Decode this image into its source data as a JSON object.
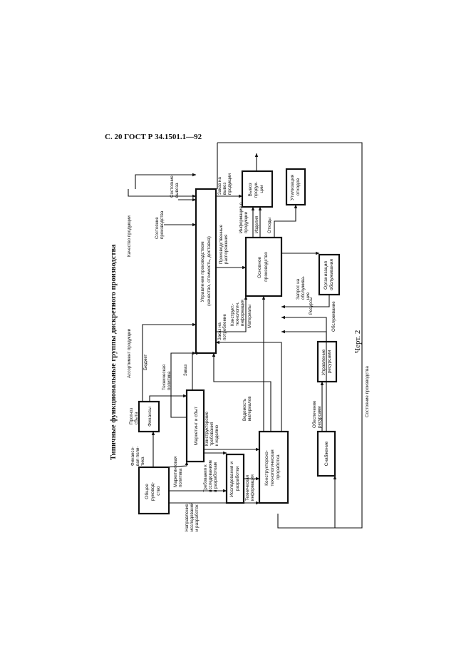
{
  "header": {
    "text": "С. 20 ГОСТ Р 34.1501.1—92"
  },
  "title": "Типичные функциональные группы дискретного производства",
  "caption": "Черт. 2",
  "boxes": {
    "general_mgmt": [
      "Общее",
      "руковод-",
      "ство"
    ],
    "finance": [
      "Финансы"
    ],
    "marketing": [
      "Маркетинг   и   сбыт"
    ],
    "research": [
      "Исследования   и",
      "разработки"
    ],
    "design": [
      "Конструкторско-",
      "технологическая",
      "проработка"
    ],
    "supply": [
      "Снабжение"
    ],
    "resources_mgmt": [
      "Управление",
      "ресурсами"
    ],
    "production_mgmt": [
      "Управление производством",
      "(качество, стоимость, доставка)"
    ],
    "main_production": [
      "Основное",
      "производство"
    ],
    "maintenance": [
      "Организация",
      "обслуживания"
    ],
    "output": [
      "Вывоз",
      "продук-",
      "ции"
    ],
    "waste": [
      "Утилизация",
      "отходов"
    ]
  },
  "labels": {
    "research_directions": [
      "Направление",
      "исследований",
      "и разработок"
    ],
    "marketing_policy": [
      "Маркетинговая",
      "политика"
    ],
    "financial_policy": [
      "Финансо-",
      "вая поли-",
      "тика"
    ],
    "sales_forecast": [
      "Прогноз",
      "сбыта"
    ],
    "research_requirements": [
      "Требования к",
      "исследованиям",
      "и разработкам"
    ],
    "design_requirements": [
      "Конструкторские",
      "требования",
      "к изделию"
    ],
    "technical_info": [
      "Техническая",
      "информация"
    ],
    "material_list": [
      "Ведомость",
      "материалов"
    ],
    "technical_policy": [
      "Техническая",
      "политика"
    ],
    "budget": "Бюджет",
    "order": "Заказ",
    "product_range": "Ассортимент продукции",
    "product_quality": "Качество продукции",
    "production_state_top": [
      "Состояние",
      "производства"
    ],
    "output_state": [
      "Состояние",
      "вывоза"
    ],
    "output_order": [
      "Заказ на",
      "вывоз",
      "продукции"
    ],
    "production_orders": [
      "Производственные",
      "распоряжения"
    ],
    "consumption_order": [
      "Заказ на",
      "потребление"
    ],
    "design_tech_info": [
      "Конструкт.-",
      "технологич.",
      "информация"
    ],
    "materials": "Материалы",
    "product_info": [
      "Информация о",
      "продукции"
    ],
    "products": "Изделия",
    "wastes": "Отходы",
    "service_request": [
      "Запрос на",
      "обслужива-",
      "ние"
    ],
    "resources": "Ресурсы",
    "service": "Обслуживание",
    "resource_provision": [
      "Обеспечение",
      "ресурсами"
    ],
    "production_state_bottom": "Состояние производства"
  }
}
